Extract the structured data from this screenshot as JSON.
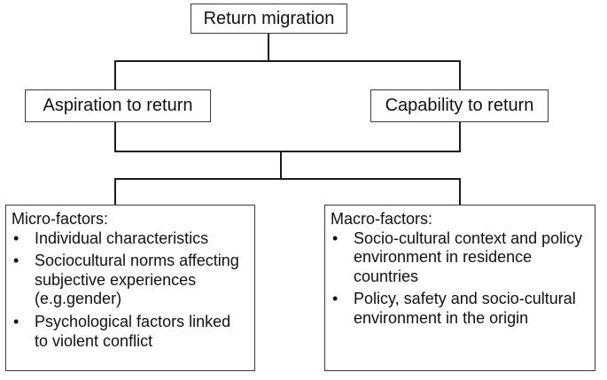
{
  "diagram": {
    "root": {
      "label": "Return migration"
    },
    "level1": [
      {
        "label": "Aspiration to return"
      },
      {
        "label": "Capability to return"
      }
    ],
    "level2": [
      {
        "title": "Micro-factors:",
        "items": [
          "Individual characteristics",
          "Sociocultural norms affecting subjective experiences (e.g.gender)",
          "Psychological factors linked to violent conflict"
        ]
      },
      {
        "title": "Macro-factors:",
        "items": [
          "Socio-cultural context and policy environment in residence countries",
          "Policy, safety and socio-cultural environment in the origin"
        ]
      }
    ],
    "bullet_glyph": "•",
    "colors": {
      "border": "#3a3a3a",
      "connector": "#1a1a1a",
      "text": "#111111",
      "background": "#ffffff"
    }
  }
}
